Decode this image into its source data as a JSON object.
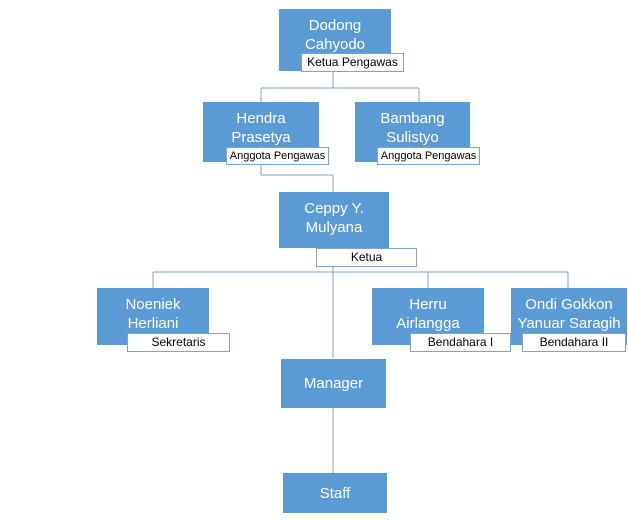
{
  "colors": {
    "box_fill": "#5b9bd5",
    "box_text": "#ffffff",
    "connector": "#7fa3cf",
    "tag_border": "#7fa3cf"
  },
  "nodes": {
    "dodong": {
      "name": "Dodong Cahyodo",
      "role": "Ketua Pengawas"
    },
    "hendra": {
      "name": "Hendra Prasetya",
      "role": "Anggota Pengawas"
    },
    "bambang": {
      "name": "Bambang Sulistyo",
      "role": "Anggota Pengawas"
    },
    "ceppy": {
      "name": "Ceppy Y. Mulyana",
      "role": "Ketua"
    },
    "noeniek": {
      "name": "Noeniek Herliani",
      "role": "Sekretaris"
    },
    "herru": {
      "name": "Herru Airlangga",
      "role": "Bendahara I"
    },
    "ondi": {
      "name": "Ondi Gokkon Yanuar Saragih",
      "role": "Bendahara II"
    },
    "manager": {
      "name": "Manager"
    },
    "staff": {
      "name": "Staff"
    }
  }
}
